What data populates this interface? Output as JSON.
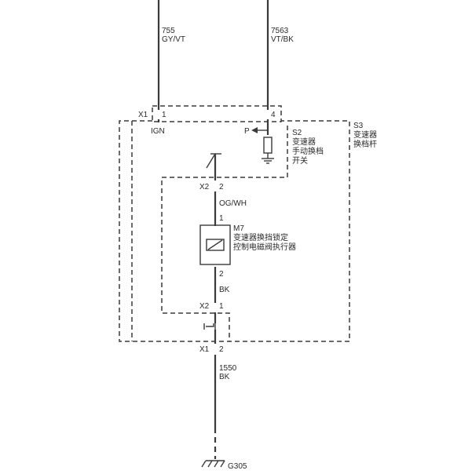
{
  "wires": {
    "left_top": {
      "circuit": "755",
      "color": "GY/VT"
    },
    "right_top": {
      "circuit": "7563",
      "color": "VT/BK"
    },
    "og_wh": {
      "color": "OG/WH"
    },
    "bk_mid": {
      "color": "BK"
    },
    "bottom": {
      "circuit": "1550",
      "color": "BK"
    }
  },
  "connectors": {
    "x1_top": {
      "name": "X1",
      "pin_left": "1",
      "pin_right": "4"
    },
    "x2_top": {
      "name": "X2",
      "pin": "2"
    },
    "x2_bottom": {
      "name": "X2",
      "pin": "1"
    },
    "x1_bottom": {
      "name": "X1",
      "pin": "2"
    }
  },
  "terminals": {
    "ign": "IGN",
    "p": "P"
  },
  "components": {
    "s2": {
      "id": "S2",
      "line1": "变速器",
      "line2": "手动换档",
      "line3": "开关"
    },
    "s3": {
      "id": "S3",
      "line1": "变速器",
      "line2": "换档杆"
    },
    "m7": {
      "id": "M7",
      "line1": "变速器换挡锁定",
      "line2": "控制电磁阀执行器",
      "pin_top": "1",
      "pin_bottom": "2"
    }
  },
  "ground": {
    "id": "G305"
  }
}
